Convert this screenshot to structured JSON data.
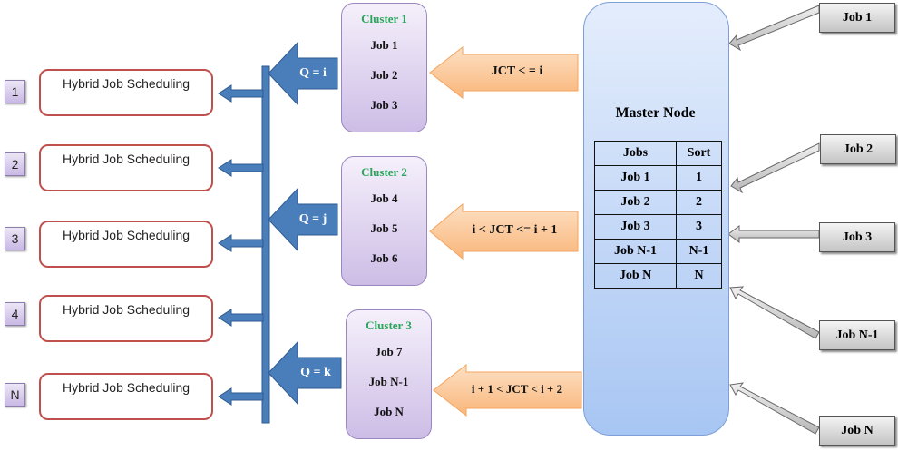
{
  "queues": [
    {
      "number": "1",
      "label": "Hybrid Job Scheduling"
    },
    {
      "number": "2",
      "label": "Hybrid Job Scheduling"
    },
    {
      "number": "3",
      "label": "Hybrid Job Scheduling"
    },
    {
      "number": "4",
      "label": "Hybrid Job Scheduling"
    },
    {
      "number": "N",
      "label": "Hybrid Job Scheduling"
    }
  ],
  "q_arrows": [
    "Q = i",
    "Q = j",
    "Q = k"
  ],
  "clusters": [
    {
      "title": "Cluster 1",
      "jobs": [
        "Job 1",
        "Job 2",
        "Job 3"
      ]
    },
    {
      "title": "Cluster 2",
      "jobs": [
        "Job 4",
        "Job 5",
        "Job 6"
      ]
    },
    {
      "title": "Cluster 3",
      "jobs": [
        "Job 7",
        "Job N-1",
        "Job N"
      ]
    }
  ],
  "conditions": [
    "JCT < = i",
    "i < JCT <= i + 1",
    "i + 1 < JCT < i + 2"
  ],
  "master": {
    "title": "Master Node",
    "headers": [
      "Jobs",
      "Sort"
    ],
    "rows": [
      [
        "Job 1",
        "1"
      ],
      [
        "Job 2",
        "2"
      ],
      [
        "Job 3",
        "3"
      ],
      [
        "Job N-1",
        "N-1"
      ],
      [
        "Job N",
        "N"
      ]
    ]
  },
  "incoming_jobs": [
    "Job 1",
    "Job 2",
    "Job 3",
    "Job N-1",
    "Job N"
  ],
  "colors": {
    "blue_arrow": "#4a7ebb",
    "orange_arrow": "#fbc594",
    "cluster_title": "#2aa65a",
    "queue_border": "#c0504d"
  }
}
